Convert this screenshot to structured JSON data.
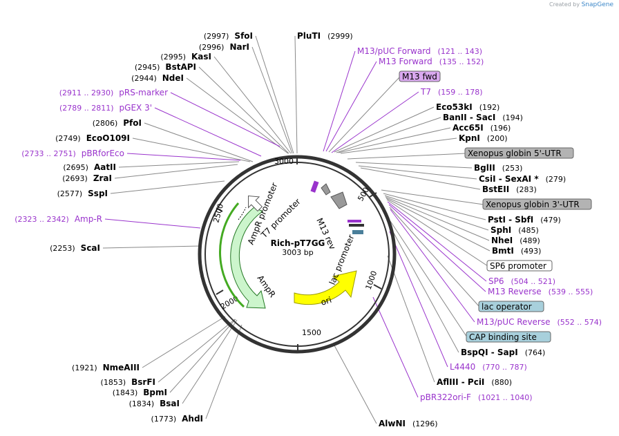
{
  "credit": {
    "prefix": "Created by",
    "brand": "SnapGene"
  },
  "plasmid": {
    "name": "Rich-pT7GG",
    "length": "3003 bp"
  },
  "ruler": [
    "500",
    "1000",
    "1500",
    "2000",
    "2500",
    "3000"
  ],
  "features": [
    {
      "label": "AmpR promoter",
      "color": "#ffffff"
    },
    {
      "label": "T7 promoter",
      "color": "#ffffff"
    },
    {
      "label": "AmpR",
      "color": "#ccf5cc"
    },
    {
      "label": "ori",
      "color": "#ffff00"
    },
    {
      "label": "M13 rev",
      "color": "#999999"
    },
    {
      "label": "lac promoter",
      "color": "#ffffff"
    }
  ],
  "labels": {
    "right": [
      {
        "name": "PluTI",
        "pos": "(2999)",
        "kind": "site"
      },
      {
        "name": "M13/pUC Forward",
        "pos": "(121 .. 143)",
        "kind": "primer"
      },
      {
        "name": "M13 Forward",
        "pos": "(135 .. 152)",
        "kind": "primer"
      },
      {
        "name": "M13 fwd",
        "pos": "",
        "kind": "boxpurple"
      },
      {
        "name": "T7",
        "pos": "(159 .. 178)",
        "kind": "primer"
      },
      {
        "name": "Eco53kI",
        "pos": "(192)",
        "kind": "site"
      },
      {
        "name": "BanII  -  SacI",
        "pos": "(194)",
        "kind": "site"
      },
      {
        "name": "Acc65I",
        "pos": "(196)",
        "kind": "site"
      },
      {
        "name": "KpnI",
        "pos": "(200)",
        "kind": "site"
      },
      {
        "name": "Xenopus globin 5'-UTR",
        "pos": "",
        "kind": "boxgray"
      },
      {
        "name": "BglII",
        "pos": "(253)",
        "kind": "site"
      },
      {
        "name": "CsiI  -  SexAI *",
        "pos": "(279)",
        "kind": "site"
      },
      {
        "name": "BstEII",
        "pos": "(283)",
        "kind": "site"
      },
      {
        "name": "Xenopus globin 3'-UTR",
        "pos": "",
        "kind": "boxgray"
      },
      {
        "name": "PstI  -  SbfI",
        "pos": "(479)",
        "kind": "site"
      },
      {
        "name": "SphI",
        "pos": "(485)",
        "kind": "site"
      },
      {
        "name": "NheI",
        "pos": "(489)",
        "kind": "site"
      },
      {
        "name": "BmtI",
        "pos": "(493)",
        "kind": "site"
      },
      {
        "name": "SP6 promoter",
        "pos": "",
        "kind": "boxwhite"
      },
      {
        "name": "SP6",
        "pos": "(504 .. 521)",
        "kind": "primer"
      },
      {
        "name": "M13 Reverse",
        "pos": "(539 .. 555)",
        "kind": "primer"
      },
      {
        "name": "lac operator",
        "pos": "",
        "kind": "boxteal"
      },
      {
        "name": "M13/pUC Reverse",
        "pos": "(552 .. 574)",
        "kind": "primer"
      },
      {
        "name": "CAP binding site",
        "pos": "",
        "kind": "boxteal"
      },
      {
        "name": "BspQI  -  SapI",
        "pos": "(764)",
        "kind": "site"
      },
      {
        "name": "L4440",
        "pos": "(770 .. 787)",
        "kind": "primer"
      },
      {
        "name": "AflIII  -  PciI",
        "pos": "(880)",
        "kind": "site"
      },
      {
        "name": "pBR322ori-F",
        "pos": "(1021 .. 1040)",
        "kind": "primer"
      },
      {
        "name": "AlwNI",
        "pos": "(1296)",
        "kind": "site"
      }
    ],
    "left": [
      {
        "name": "SfoI",
        "pos": "(2997)",
        "kind": "site"
      },
      {
        "name": "NarI",
        "pos": "(2996)",
        "kind": "site"
      },
      {
        "name": "KasI",
        "pos": "(2995)",
        "kind": "site"
      },
      {
        "name": "BstAPI",
        "pos": "(2945)",
        "kind": "site"
      },
      {
        "name": "NdeI",
        "pos": "(2944)",
        "kind": "site"
      },
      {
        "name": "pRS-marker",
        "pos": "(2911 .. 2930)",
        "kind": "primer"
      },
      {
        "name": "pGEX 3'",
        "pos": "(2789 .. 2811)",
        "kind": "primer"
      },
      {
        "name": "PfoI",
        "pos": "(2806)",
        "kind": "site"
      },
      {
        "name": "EcoO109I",
        "pos": "(2749)",
        "kind": "site"
      },
      {
        "name": "pBRforEco",
        "pos": "(2733 .. 2751)",
        "kind": "primer"
      },
      {
        "name": "AatII",
        "pos": "(2695)",
        "kind": "site"
      },
      {
        "name": "ZraI",
        "pos": "(2693)",
        "kind": "site"
      },
      {
        "name": "SspI",
        "pos": "(2577)",
        "kind": "site"
      },
      {
        "name": "Amp-R",
        "pos": "(2323 .. 2342)",
        "kind": "primer"
      },
      {
        "name": "ScaI",
        "pos": "(2253)",
        "kind": "site"
      },
      {
        "name": "NmeAIII",
        "pos": "(1921)",
        "kind": "site"
      },
      {
        "name": "BsrFI",
        "pos": "(1853)",
        "kind": "site"
      },
      {
        "name": "BpmI",
        "pos": "(1843)",
        "kind": "site"
      },
      {
        "name": "BsaI",
        "pos": "(1834)",
        "kind": "site"
      },
      {
        "name": "AhdI",
        "pos": "(1773)",
        "kind": "site"
      }
    ]
  },
  "colors": {
    "site": "#000000",
    "primer": "#9933cc",
    "line": "#888888",
    "primerLine": "#9933cc",
    "backbone": "#333333",
    "boxgray": "#b3b3b3",
    "boxteal": "#a8d0dc",
    "boxpurple": "#d9a8ef"
  }
}
